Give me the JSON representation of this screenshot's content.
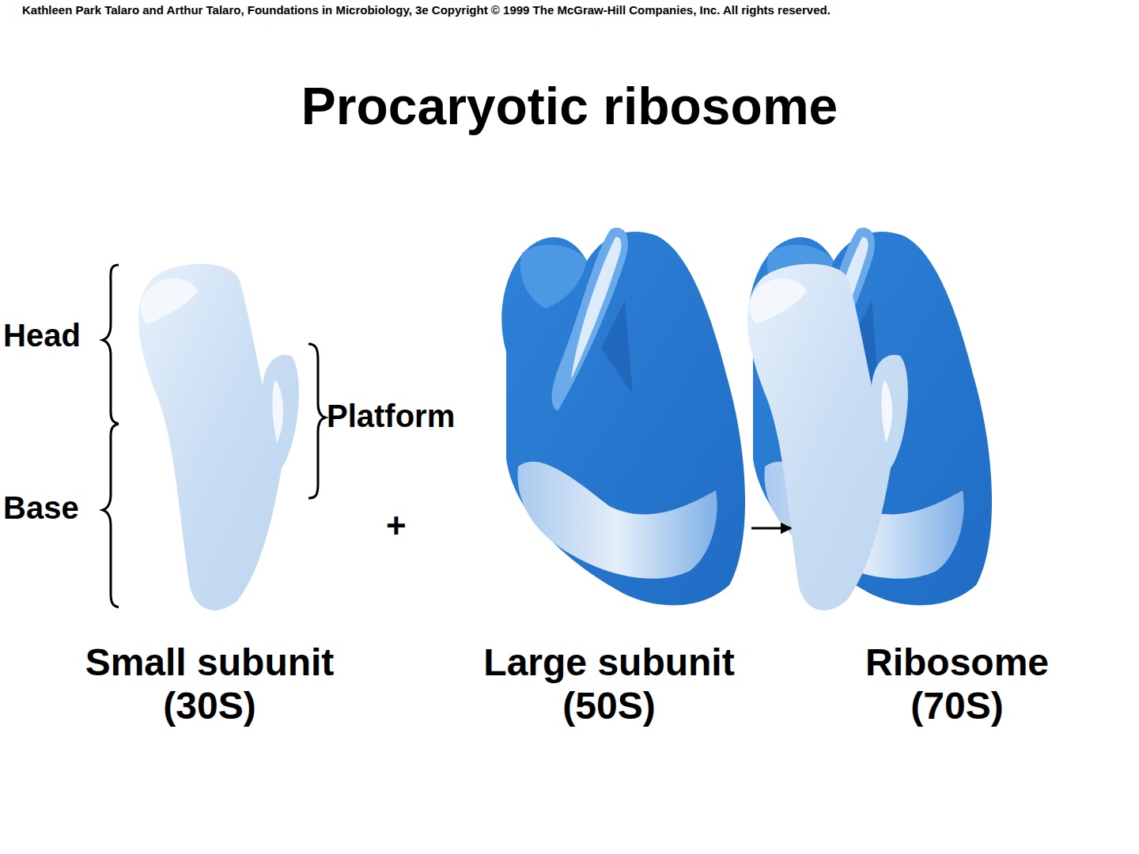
{
  "diagram": {
    "title": "Procaryotic ribosome",
    "nodes": [
      {
        "text": [
          "Small subunit (30S)"
        ]
      },
      {
        "text": [
          "Large subunit (50S)"
        ]
      },
      {
        "text": [
          "Ribosome (70S)"
        ]
      }
    ],
    "edges": [
      {
        "from": 1,
        "to": 2,
        "arrow": "to"
      }
    ],
    "labels": [
      "Kathleen Park Talaro and Arthur Talaro, Foundations in Microbiology, 3e Copyright © 1999 The McGraw-Hill Companies, Inc.  All rights reserved.",
      "Head",
      "Base",
      "Platform",
      "+"
    ]
  }
}
